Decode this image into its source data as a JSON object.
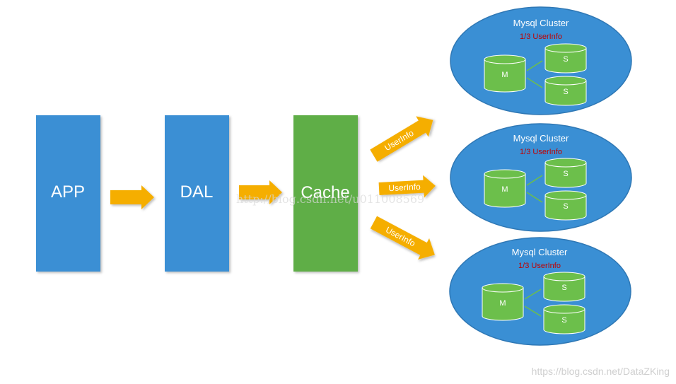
{
  "boxes": {
    "app": {
      "label": "APP",
      "color": "#3a8fd4"
    },
    "dal": {
      "label": "DAL",
      "color": "#3a8fd4"
    },
    "cache": {
      "label": "Cache",
      "color": "#5fae46"
    }
  },
  "arrow_color": "#f5ae00",
  "arrows": [
    {
      "label": "UserInfo"
    },
    {
      "label": "UserInfo"
    },
    {
      "label": "UserInfo"
    }
  ],
  "clusters": [
    {
      "title": "Mysql Cluster",
      "subtitle": "1/3 UserInfo",
      "master": "M",
      "slaves": [
        "S",
        "S"
      ]
    },
    {
      "title": "Mysql Cluster",
      "subtitle": "1/3 UserInfo",
      "master": "M",
      "slaves": [
        "S",
        "S"
      ]
    },
    {
      "title": "Mysql Cluster",
      "subtitle": "1/3 UserInfo",
      "master": "M",
      "slaves": [
        "S",
        "S"
      ]
    }
  ],
  "cluster_color": "#3a8fd4",
  "db_color": "#6cbf4b",
  "watermark": "http://blog.csdn.net/u011008569",
  "credit": "https://blog.csdn.net/DataZKing"
}
